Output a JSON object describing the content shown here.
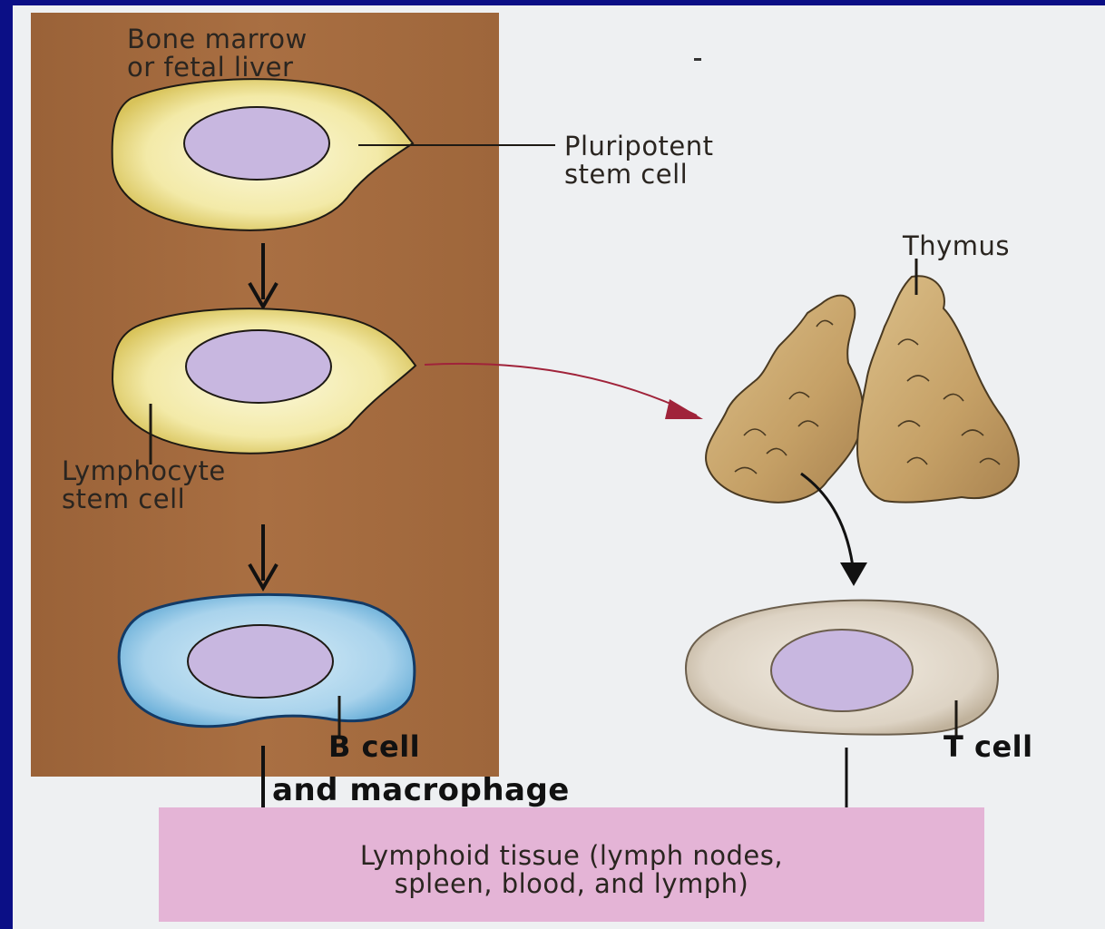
{
  "labels": {
    "origin": "Bone marrow\nor fetal liver",
    "pluripotent": "Pluripotent\nstem cell",
    "lymphocyte": "Lymphocyte\nstem cell",
    "thymus": "Thymus",
    "b_cell": "B cell",
    "t_cell": "T cell",
    "macrophage": "and macrophage",
    "lymphoid": "Lymphoid tissue (lymph nodes,\nspleen, blood, and lymph)"
  },
  "colors": {
    "background": "#0b0f86",
    "paper": "#eef0f2",
    "marrow": "#a36b3f",
    "stem_cell": "#f1e9a4",
    "nucleus": "#c8b7e0",
    "b_cell": "#a9d3ec",
    "t_cell": "#ddd3c4",
    "thymus": "#c9a870",
    "lymphoid_box": "#e4b4d6",
    "transit_arrow": "#a0233a"
  }
}
